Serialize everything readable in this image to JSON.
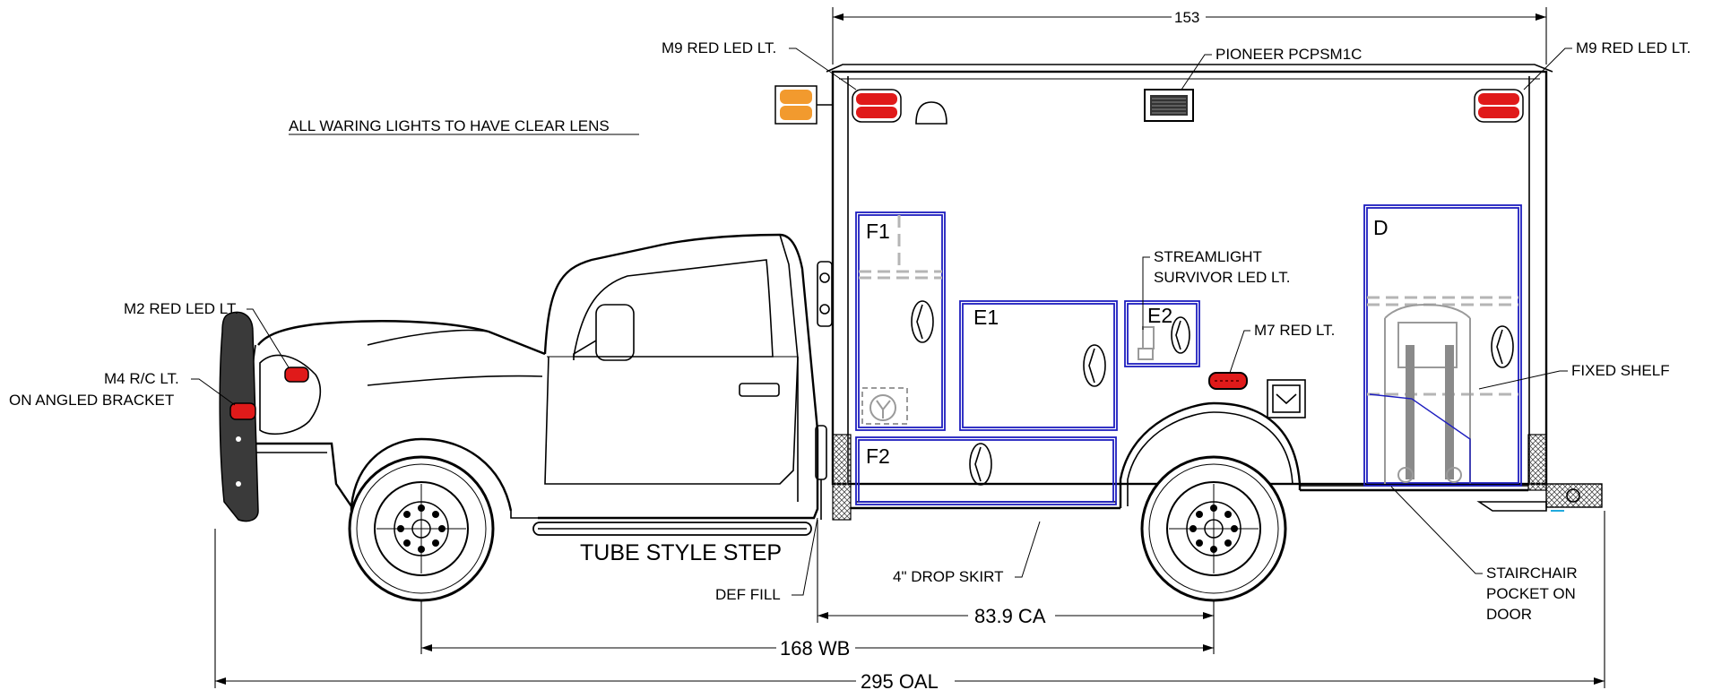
{
  "notes": {
    "warning_lights": "ALL WARING LIGHTS TO HAVE CLEAR LENS"
  },
  "callouts": {
    "m9_left": "M9 RED LED LT.",
    "pioneer": "PIONEER PCPSM1C",
    "m9_right": "M9 RED LED LT.",
    "m2": "M2 RED LED LT.",
    "m4_line1": "M4 R/C LT.",
    "m4_line2": "ON ANGLED BRACKET",
    "streamlight_line1": "STREAMLIGHT",
    "streamlight_line2": "SURVIVOR LED LT.",
    "m7": "M7 RED LT.",
    "fixed_shelf": "FIXED SHELF",
    "tube_step": "TUBE STYLE STEP",
    "def_fill": "DEF FILL",
    "drop_skirt": "4\" DROP SKIRT",
    "stairchair_line1": "STAIRCHAIR",
    "stairchair_line2": "POCKET ON",
    "stairchair_line3": "DOOR"
  },
  "compartments": {
    "f1": "F1",
    "f2": "F2",
    "e1": "E1",
    "e2": "E2",
    "d": "D"
  },
  "dimensions": {
    "body_length": "153",
    "ca": "83.9 CA",
    "wb": "168 WB",
    "oal": "295 OAL"
  },
  "colors": {
    "compartment_outline": "#1d1dbf",
    "warning_light_red": "#e01a1a",
    "marker_amber": "#f29a2e"
  }
}
